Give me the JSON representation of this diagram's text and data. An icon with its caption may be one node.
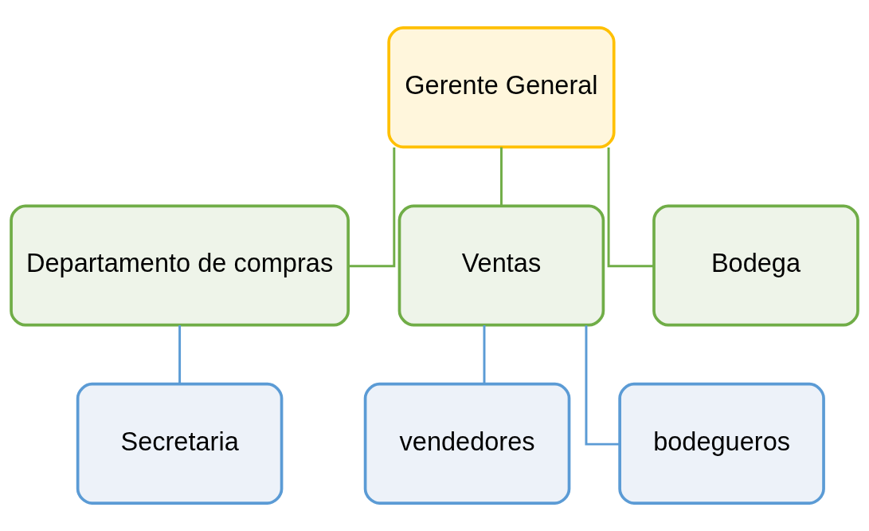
{
  "diagram": {
    "nodes": [
      {
        "text": [
          "Gerente General"
        ]
      },
      {
        "text": [
          "Departamento de compras"
        ]
      },
      {
        "text": [
          "Ventas"
        ]
      },
      {
        "text": [
          "Bodega"
        ]
      },
      {
        "text": [
          "Secretaria"
        ]
      },
      {
        "text": [
          "vendedores"
        ]
      },
      {
        "text": [
          "bodegueros"
        ]
      }
    ],
    "edges": [
      {
        "from": 0,
        "to": 1,
        "arrow": "none"
      },
      {
        "from": 0,
        "to": 2,
        "arrow": "none"
      },
      {
        "from": 0,
        "to": 3,
        "arrow": "none"
      },
      {
        "from": 1,
        "to": 4,
        "arrow": "none",
        "color": "#5b9bd5"
      },
      {
        "from": 2,
        "to": 5,
        "arrow": "none",
        "color": "#5b9bd5"
      },
      {
        "from": 2,
        "to": 6,
        "arrow": "none",
        "color": "#5b9bd5"
      }
    ]
  }
}
